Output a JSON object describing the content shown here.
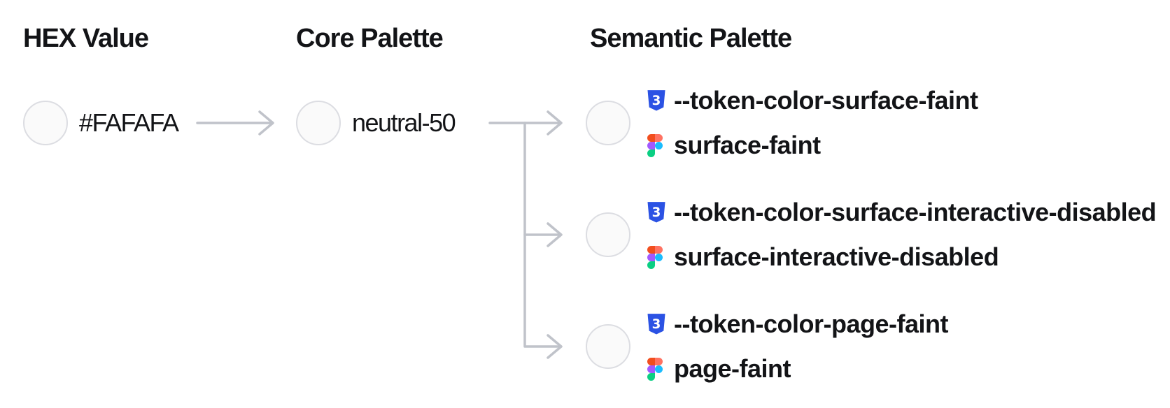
{
  "hex_column": {
    "heading": "HEX Value",
    "value": "#FAFAFA"
  },
  "core_column": {
    "heading": "Core Palette",
    "value": "neutral-50"
  },
  "semantic_column": {
    "heading": "Semantic Palette",
    "tokens": [
      {
        "css_variable": "--token-color-surface-faint",
        "figma_style": "surface-faint"
      },
      {
        "css_variable": "--token-color-surface-interactive-disabled",
        "figma_style": "surface-interactive-disabled"
      },
      {
        "css_variable": "--token-color-page-faint",
        "figma_style": "page-faint"
      }
    ]
  },
  "icons": {
    "css": "css3-shield-icon",
    "figma": "figma-logo-icon",
    "css_badge_glyph": "3"
  },
  "colors": {
    "text": "#131417",
    "line_gray": "#c0c3ca",
    "swatch_fill": "#FAFAFA",
    "swatch_border": "#dcdde2",
    "css_blue": "#2b52e4",
    "figma_red": "#F24E1E",
    "figma_salmon": "#FF7262",
    "figma_purple": "#A259FF",
    "figma_blue": "#1ABCFE",
    "figma_green": "#0ACF83"
  }
}
